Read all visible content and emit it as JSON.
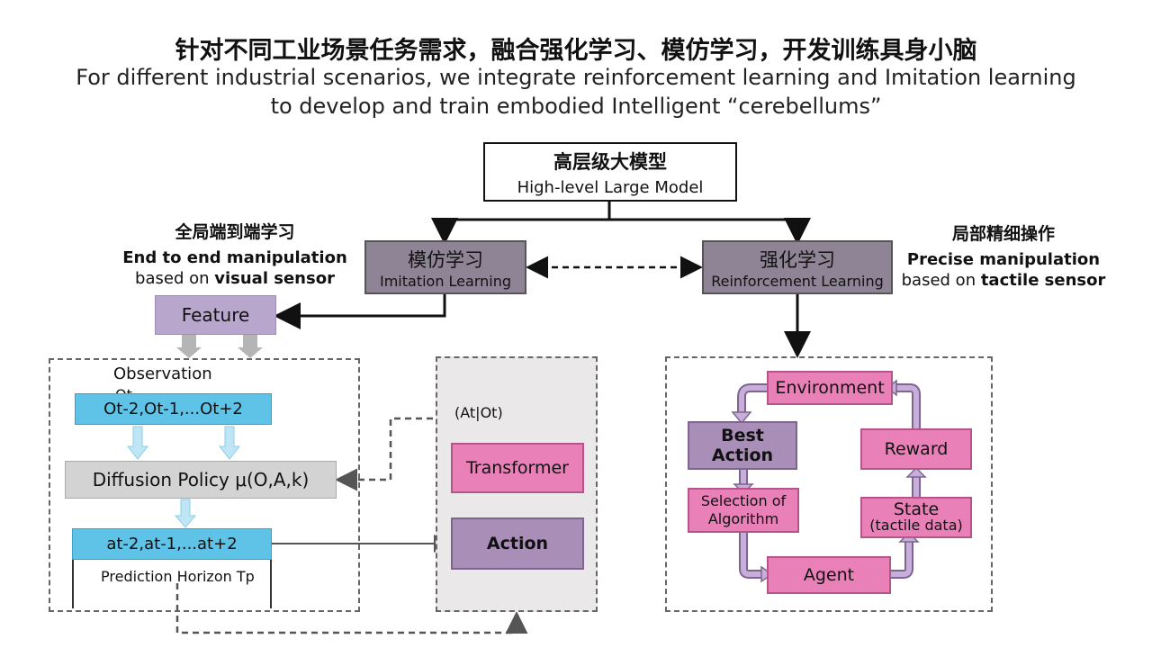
{
  "title": {
    "cn": "针对不同工业场景任务需求，融合强化学习、模仿学习，开发训练具身小脑",
    "en_line1": "For different industrial scenarios, we integrate reinforcement learning and Imitation learning",
    "en_line2": "to develop and train embodied Intelligent “cerebellums”"
  },
  "top_model": {
    "cn": "高层级大模型",
    "en": "High-level Large Model"
  },
  "left_label": {
    "cn": "全局端到端学习",
    "en_line1": "End to end manipulation",
    "en_line2_pre": "based on ",
    "en_line2_bold": "visual sensor"
  },
  "right_label": {
    "cn": "局部精细操作",
    "en_line1": "Precise manipulation",
    "en_line2_pre": "based on ",
    "en_line2_bold": "tactile sensor"
  },
  "imitation": {
    "cn": "模仿学习",
    "en": "Imitation Learning"
  },
  "reinforcement": {
    "cn": "强化学习",
    "en": "Reinforcement Learning"
  },
  "feature": "Feature",
  "observation": "Observation",
  "observation_sym": "Ot",
  "obs_sequence": "Ot-2,Ot-1,...Ot+2",
  "diffusion": "Diffusion Policy μ(O,A,k)",
  "act_sequence": "at-2,at-1,...at+2",
  "prediction_horizon": "Prediction Horizon Tp",
  "conditional": "(At|Ot)",
  "transformer": "Transformer",
  "action": "Action",
  "rl_loop": {
    "environment": "Environment",
    "best_action": "Best Action",
    "reward": "Reward",
    "selection": "Selection of Algorithm",
    "state": "State",
    "state_sub": "(tactile data)",
    "agent": "Agent"
  },
  "colors": {
    "purple_dark": "#8f8496",
    "feature_purple": "#b8a6cc",
    "cyan": "#5ec3e6",
    "pink": "#e981b8",
    "action_purple": "#a98fb8",
    "loop_arrow": "#b89fd0"
  }
}
